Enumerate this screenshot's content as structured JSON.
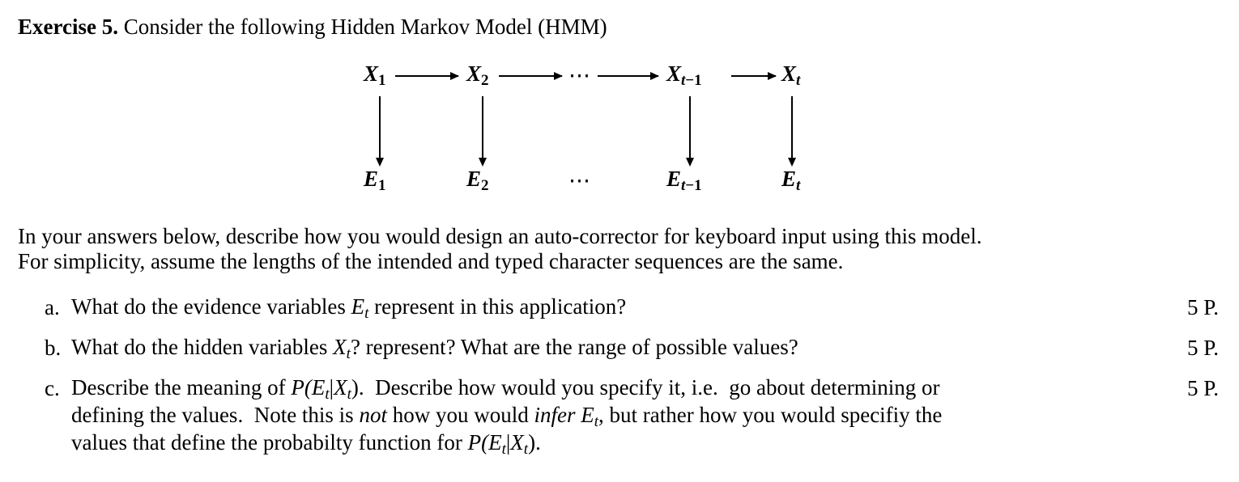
{
  "document": {
    "exercise": {
      "label": "Exercise 5.",
      "prompt": "Consider the following Hidden Markov Model (HMM)"
    },
    "diagram": {
      "name": "hmm-chain-diagram",
      "hidden_nodes": [
        {
          "base": "X",
          "sub": "1",
          "label": "X1"
        },
        {
          "base": "X",
          "sub": "2",
          "label": "X2"
        },
        {
          "base": "X",
          "sub": "t-1",
          "label": "Xt-1"
        },
        {
          "base": "X",
          "sub": "t",
          "label": "Xt"
        }
      ],
      "evidence_nodes": [
        {
          "base": "E",
          "sub": "1",
          "label": "E1"
        },
        {
          "base": "E",
          "sub": "2",
          "label": "E2"
        },
        {
          "base": "E",
          "sub": "t-1",
          "label": "Et-1"
        },
        {
          "base": "E",
          "sub": "t",
          "label": "Et"
        }
      ],
      "ellipsis_top": "⋯",
      "ellipsis_bottom": "⋯",
      "transition_arrows": 4,
      "emission_arrows": 4
    },
    "intro_paragraph": {
      "line1": "In your answers below, describe how you would design an auto-corrector for keyboard input using this model.",
      "line2": "For simplicity, assume the lengths of the intended and typed character sequences are the same."
    },
    "questions": [
      {
        "marker": "a.",
        "points": "5 P.",
        "lines": [
          {
            "parts": [
              {
                "t": "text",
                "v": "What do the evidence variables "
              },
              {
                "t": "math",
                "base": "E",
                "sub": "t"
              },
              {
                "t": "text",
                "v": " represent in this application?"
              }
            ],
            "plain": "What do the evidence variables Et represent in this application?"
          }
        ]
      },
      {
        "marker": "b.",
        "points": "5 P.",
        "lines": [
          {
            "parts": [
              {
                "t": "text",
                "v": "What do the hidden variables "
              },
              {
                "t": "math",
                "base": "X",
                "sub": "t"
              },
              {
                "t": "text",
                "v": "? represent? What are the range of possible values?"
              }
            ],
            "plain": "What do the hidden variables Xt? represent? What are the range of possible values?"
          }
        ]
      },
      {
        "marker": "c.",
        "points": "5 P.",
        "lines": [
          {
            "plain": "Describe the meaning of P(Et|Xt).  Describe how would you specify it, i.e.  go about determining or"
          },
          {
            "plain": "defining the values.  Note this is not how you would infer Et, but rather how you would specifiy the"
          },
          {
            "plain": "values that define the probabilty function for P(Et|Xt)."
          }
        ]
      }
    ],
    "colors": {
      "background": "#ffffff",
      "text": "#000000",
      "arrow": "#000000"
    }
  }
}
